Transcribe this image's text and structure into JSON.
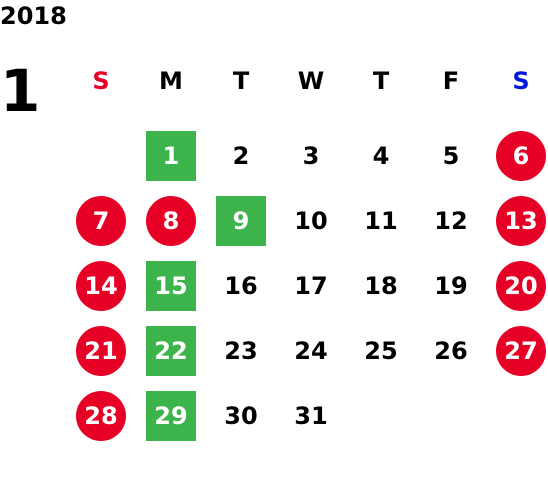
{
  "calendar": {
    "year": "2018",
    "month": "1",
    "weekdays": [
      "S",
      "M",
      "T",
      "W",
      "T",
      "F",
      "S"
    ],
    "colors": {
      "sunday_header": "#e60026",
      "saturday_header": "#0018d8",
      "holiday_red": "#e60026",
      "highlight_green": "#3cb44b"
    },
    "weeks": [
      [
        {
          "day": "",
          "style": "none"
        },
        {
          "day": "1",
          "style": "green"
        },
        {
          "day": "2",
          "style": "none"
        },
        {
          "day": "3",
          "style": "none"
        },
        {
          "day": "4",
          "style": "none"
        },
        {
          "day": "5",
          "style": "none"
        },
        {
          "day": "6",
          "style": "red"
        }
      ],
      [
        {
          "day": "7",
          "style": "red"
        },
        {
          "day": "8",
          "style": "red"
        },
        {
          "day": "9",
          "style": "green"
        },
        {
          "day": "10",
          "style": "none"
        },
        {
          "day": "11",
          "style": "none"
        },
        {
          "day": "12",
          "style": "none"
        },
        {
          "day": "13",
          "style": "red"
        }
      ],
      [
        {
          "day": "14",
          "style": "red"
        },
        {
          "day": "15",
          "style": "green"
        },
        {
          "day": "16",
          "style": "none"
        },
        {
          "day": "17",
          "style": "none"
        },
        {
          "day": "18",
          "style": "none"
        },
        {
          "day": "19",
          "style": "none"
        },
        {
          "day": "20",
          "style": "red"
        }
      ],
      [
        {
          "day": "21",
          "style": "red"
        },
        {
          "day": "22",
          "style": "green"
        },
        {
          "day": "23",
          "style": "none"
        },
        {
          "day": "24",
          "style": "none"
        },
        {
          "day": "25",
          "style": "none"
        },
        {
          "day": "26",
          "style": "none"
        },
        {
          "day": "27",
          "style": "red"
        }
      ],
      [
        {
          "day": "28",
          "style": "red"
        },
        {
          "day": "29",
          "style": "green"
        },
        {
          "day": "30",
          "style": "none"
        },
        {
          "day": "31",
          "style": "none"
        },
        {
          "day": "",
          "style": "none"
        },
        {
          "day": "",
          "style": "none"
        },
        {
          "day": "",
          "style": "none"
        }
      ]
    ]
  }
}
